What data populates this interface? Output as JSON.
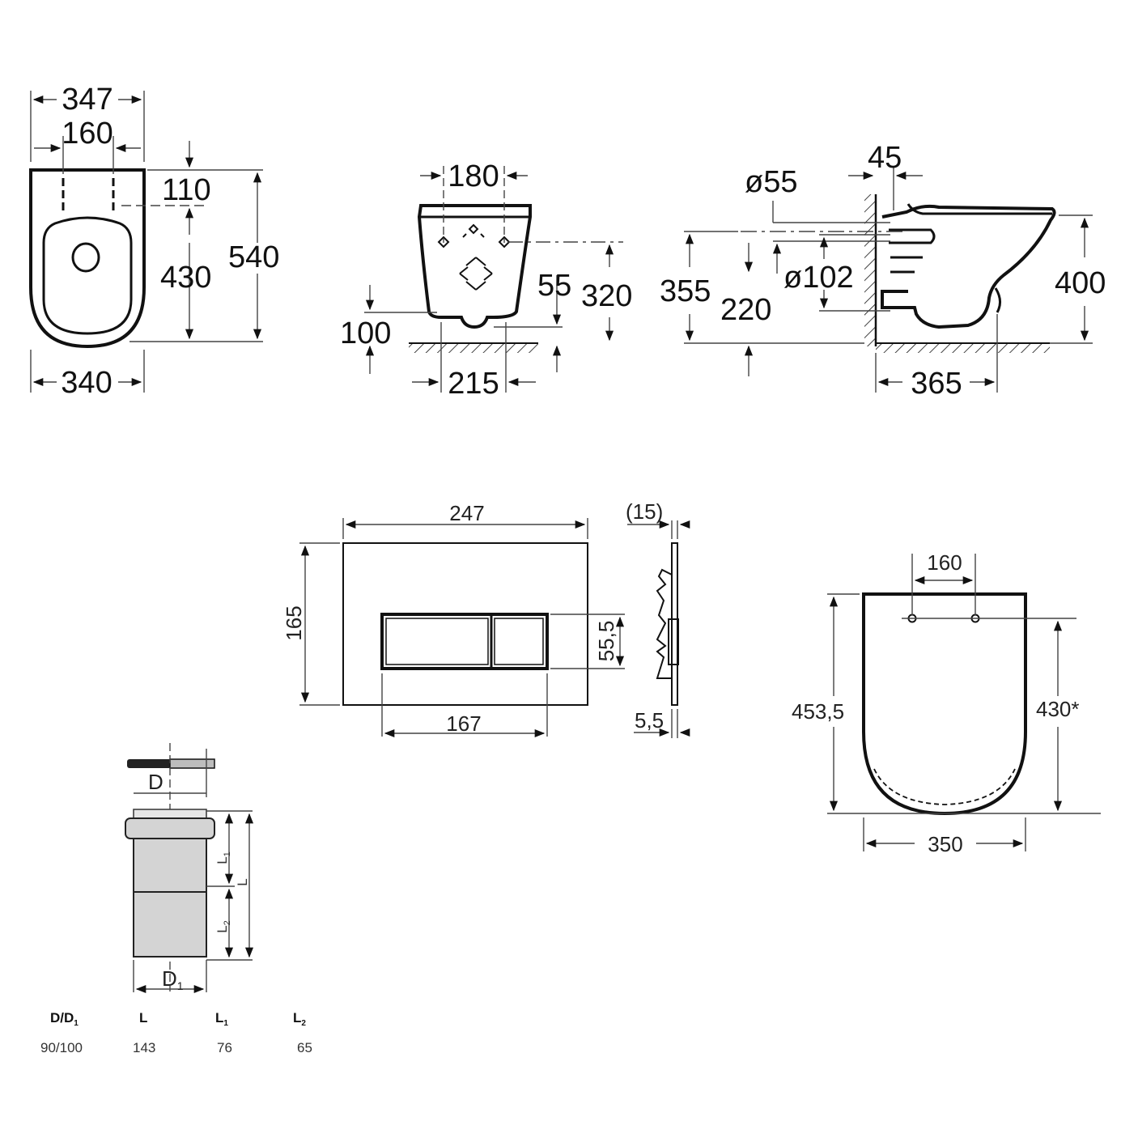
{
  "front_view": {
    "labels": {
      "top_width": "347",
      "hole_spacing": "160",
      "top_offset": "110",
      "bowl_length": "430",
      "total_length": "540",
      "bottom_width": "340"
    }
  },
  "rear_view": {
    "labels": {
      "width_top": "180",
      "drop": "55",
      "fixing_height": "320",
      "floor_gap": "100",
      "width_bottom": "215"
    }
  },
  "side_view": {
    "labels": {
      "wall_offset": "45",
      "inlet_dia": "ø55",
      "outlet_dia": "ø102",
      "outlet_height": "355",
      "outlet_center": "220",
      "height": "400",
      "depth": "365"
    }
  },
  "flush_plate": {
    "labels": {
      "width": "247",
      "height": "165",
      "button_height": "55,5",
      "button_width": "167",
      "depth_outer": "(15)",
      "depth_inner": "5,5"
    }
  },
  "seat_view": {
    "labels": {
      "hole_spacing": "160",
      "length": "453,5",
      "fixing_length": "430*",
      "width": "350"
    }
  },
  "connector": {
    "labels": {
      "d": "D",
      "l1": "L",
      "l1_sub": "1",
      "l": "L",
      "l2": "L",
      "l2_sub": "2",
      "d1": "D",
      "d1_sub": "1"
    },
    "table": {
      "headers": [
        {
          "main": "D/D",
          "sub": "1"
        },
        {
          "main": "L",
          "sub": ""
        },
        {
          "main": "L",
          "sub": "1"
        },
        {
          "main": "L",
          "sub": "2"
        }
      ],
      "row": [
        "90/100",
        "143",
        "76",
        "65"
      ]
    }
  },
  "colors": {
    "line": "#111111",
    "background": "#ffffff",
    "pipe_fill": "#d4d4d4"
  }
}
